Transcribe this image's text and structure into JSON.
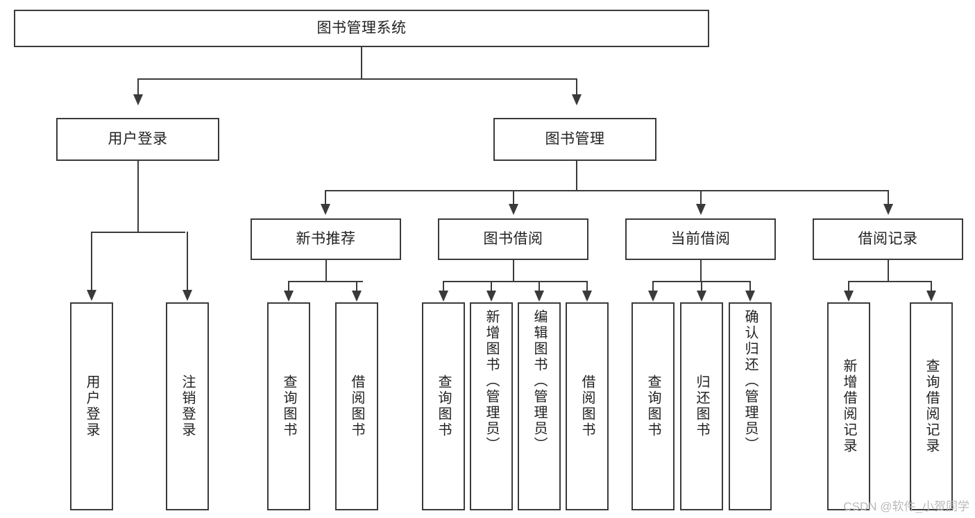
{
  "diagram": {
    "title": "图书管理系统",
    "type": "hierarchy-tree",
    "levels": 4,
    "colors": {
      "stroke": "#3a3a3a",
      "fill": "#ffffff",
      "text": "#222222",
      "watermark": "#b9b9b9"
    },
    "root": {
      "label": "图书管理系统"
    },
    "level1": [
      {
        "label": "用户登录"
      },
      {
        "label": "图书管理"
      }
    ],
    "level2": [
      {
        "label": "新书推荐"
      },
      {
        "label": "图书借阅"
      },
      {
        "label": "当前借阅"
      },
      {
        "label": "借阅记录"
      }
    ],
    "leaves": {
      "user_login": [
        {
          "label": "用户登录"
        },
        {
          "label": "注销登录"
        }
      ],
      "new_book_recommend": [
        {
          "label": "查询图书"
        },
        {
          "label": "借阅图书"
        }
      ],
      "book_borrow": [
        {
          "label": "查询图书"
        },
        {
          "label": "新增图书（管理员）"
        },
        {
          "label": "编辑图书（管理员）"
        },
        {
          "label": "借阅图书"
        }
      ],
      "current_borrow": [
        {
          "label": "查询图书"
        },
        {
          "label": "归还图书"
        },
        {
          "label": "确认归还（管理员）"
        }
      ],
      "borrow_record": [
        {
          "label": "新增借阅记录"
        },
        {
          "label": "查询借阅记录"
        }
      ]
    },
    "watermark": "CSDN @软件_小贺同学"
  }
}
